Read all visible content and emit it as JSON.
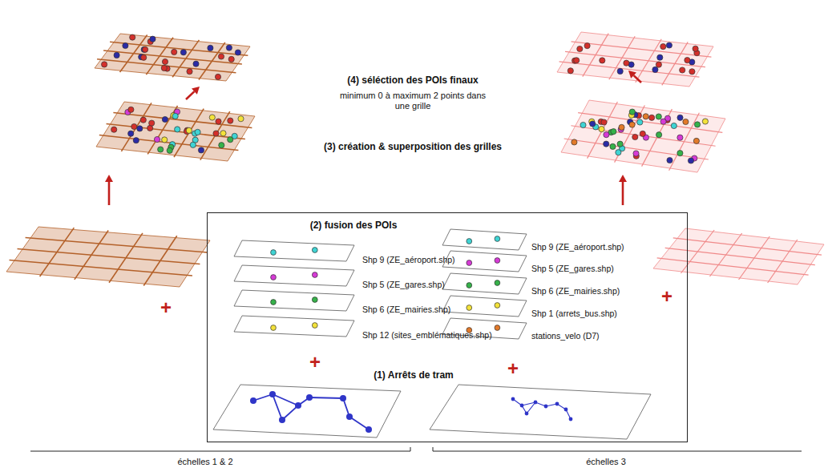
{
  "diagram": {
    "nodes": [
      {
        "text": [
          "(2) fusion des POIs",
          "(1) Arrêts de tram"
        ]
      }
    ],
    "labels": [
      "(4) séléction des POIs finaux",
      "minimum 0 à maximum 2 points dans une grille",
      "(3) création & superposition des grilles",
      "Shp 9 (ZE_aéroport.shp)",
      "Shp 5 (ZE_gares.shp)",
      "Shp 6 (ZE_mairies.shp)",
      "Shp 12 (sites_emblématiques.shp)",
      "Shp 9 (ZE_aéroport.shp)",
      "Shp 5 (ZE_gares.shp)",
      "Shp 6 (ZE_mairies.shp)",
      "Shp 1 (arrets_bus.shp)",
      "stations_velo (D7)",
      "+",
      "+",
      "+",
      "+",
      "échelles 1 & 2",
      "échelles 3"
    ]
  }
}
